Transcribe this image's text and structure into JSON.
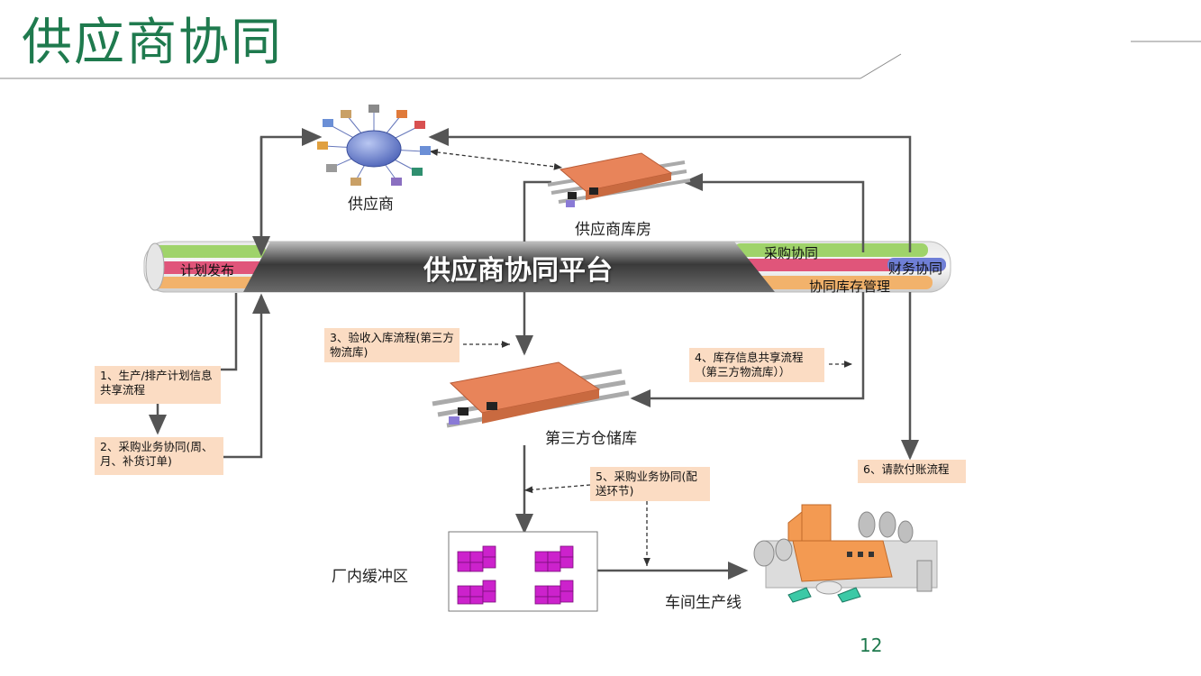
{
  "slide": {
    "title": "供应商协同",
    "page_number": "12"
  },
  "nodes": {
    "supplier": "供应商",
    "supplier_warehouse": "供应商库房",
    "third_party_warehouse": "第三方仓储库",
    "buffer_zone": "厂内缓冲区",
    "production_line": "车间生产线"
  },
  "platform": {
    "name": "供应商协同平台",
    "plan_release": "计划发布",
    "procurement": "采购协同",
    "finance": "财务协同",
    "inventory": "协同库存管理"
  },
  "flows": {
    "f1": "1、生产/排产计划信息共享流程",
    "f2": "2、采购业务协同(周、月、补货订单)",
    "f3": "3、验收入库流程(第三方物流库)",
    "f4": "4、库存信息共享流程（第三方物流库））",
    "f5": "5、采购业务协同(配送环节)",
    "f6": "6、请款付账流程"
  },
  "colors": {
    "title": "#1f7a4e",
    "note_bg": "#fbdcc3",
    "arrow": "#555555",
    "pipe_green": "#9fd36a",
    "pipe_red": "#e0557a",
    "pipe_blue": "#6f7fd6",
    "pipe_orange": "#f2b26b",
    "buffer_block": "#cc22cc",
    "factory": "#f39a52"
  }
}
